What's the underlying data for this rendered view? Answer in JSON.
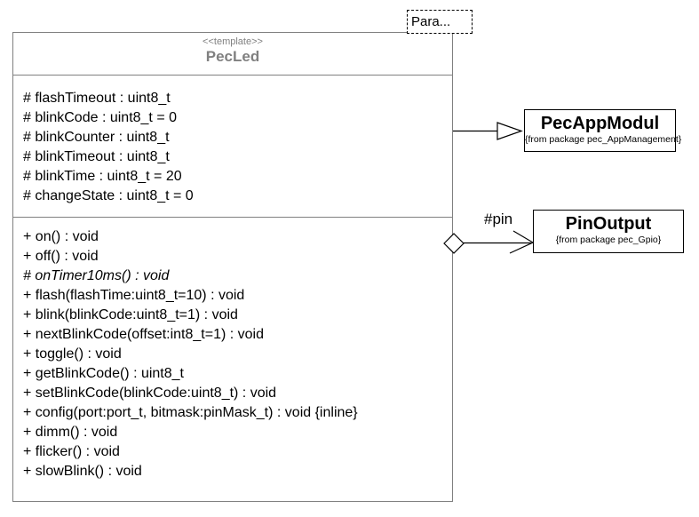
{
  "colors": {
    "main_box_border": "#808080",
    "main_title_text": "#808080",
    "body_text": "#000000",
    "ext_box_border": "#000000",
    "connector_line": "#000000",
    "background": "#ffffff"
  },
  "template_param_box": {
    "label": "Para..."
  },
  "pecled": {
    "stereotype": "<<template>>",
    "name": "PecLed",
    "attributes": [
      "# flashTimeout : uint8_t",
      "# blinkCode : uint8_t = 0",
      "# blinkCounter : uint8_t",
      "# blinkTimeout : uint8_t",
      "# blinkTime : uint8_t = 20",
      "# changeState : uint8_t = 0"
    ],
    "operations": [
      "+ on() : void",
      "+ off() : void",
      "# onTimer10ms() : void",
      "+ flash(flashTime:uint8_t=10) : void",
      "+ blink(blinkCode:uint8_t=1) : void",
      "+ nextBlinkCode(offset:int8_t=1) : void",
      "+ toggle() : void",
      "+ getBlinkCode() : uint8_t",
      "+ setBlinkCode(blinkCode:uint8_t) : void",
      "+ config(port:port_t, bitmask:pinMask_t) : void {inline}",
      "+ dimm() : void",
      "+ flicker() : void",
      "+ slowBlink() : void"
    ]
  },
  "pec_app_modul": {
    "name": "PecAppModul",
    "package": "{from package pec_AppManagement}"
  },
  "pin_output": {
    "name": "PinOutput",
    "package": "{from package pec_Gpio}"
  },
  "relations": {
    "pin_role_label": "#pin"
  }
}
